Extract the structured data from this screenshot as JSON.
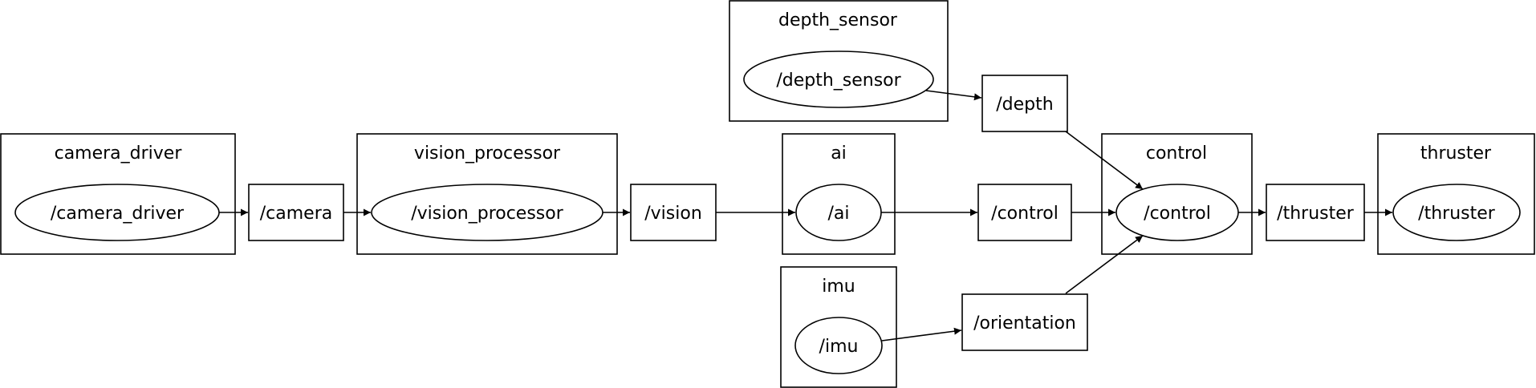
{
  "graph": {
    "clusters": {
      "camera_driver": "camera_driver",
      "vision_processor": "vision_processor",
      "depth_sensor": "depth_sensor",
      "ai": "ai",
      "imu": "imu",
      "control": "control",
      "thruster": "thruster"
    },
    "nodes": {
      "camera_driver": "/camera_driver",
      "vision_processor": "/vision_processor",
      "depth_sensor": "/depth_sensor",
      "ai": "/ai",
      "imu": "/imu",
      "control": "/control",
      "thruster": "/thruster"
    },
    "topics": {
      "camera": "/camera",
      "vision": "/vision",
      "depth": "/depth",
      "control": "/control",
      "orientation": "/orientation",
      "thruster": "/thruster"
    }
  }
}
